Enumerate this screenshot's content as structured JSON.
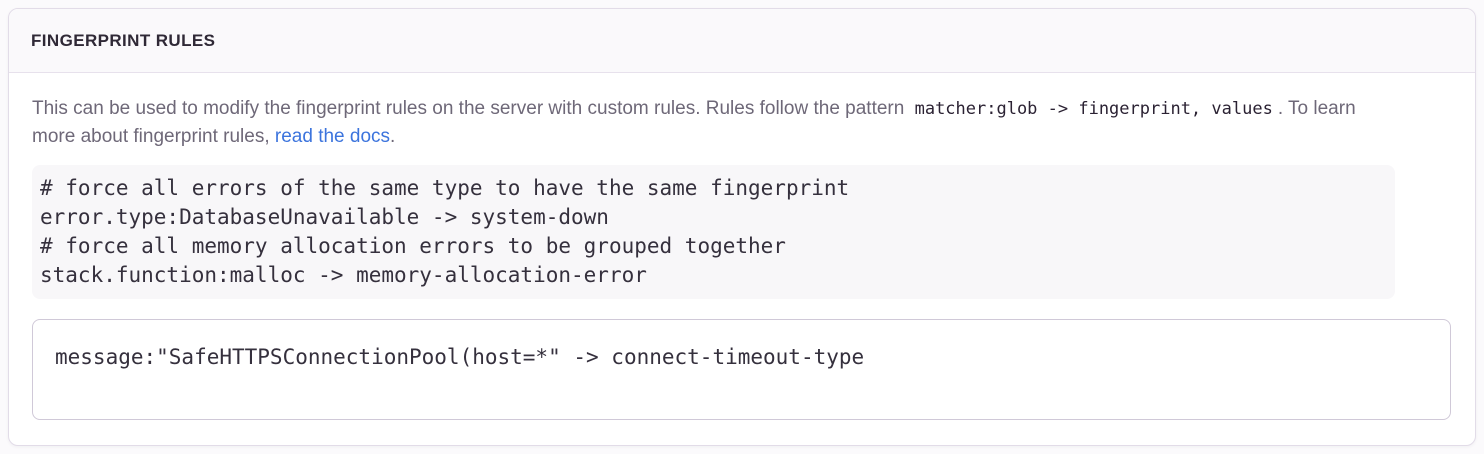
{
  "panel": {
    "header": "FINGERPRINT RULES"
  },
  "description": {
    "text_before_code": "This can be used to modify the fingerprint rules on the server with custom rules. Rules follow the pattern ",
    "inline_code": "matcher:glob -> fingerprint, values",
    "text_after_code": ". To learn more about fingerprint rules, ",
    "link_text": "read the docs",
    "text_after_link": "."
  },
  "example_code": "# force all errors of the same type to have the same fingerprint\nerror.type:DatabaseUnavailable -> system-down\n# force all memory allocation errors to be grouped together\nstack.function:malloc -> memory-allocation-error",
  "rules_input": {
    "value": "message:\"SafeHTTPSConnectionPool(host=*\" -> connect-timeout-type"
  },
  "colors": {
    "link_blue": "#3c74dd",
    "header_text": "#2f2936",
    "body_text": "#6e6878",
    "code_text": "#35303d",
    "panel_border": "#e2dce8",
    "code_block_bg": "#f8f7f9",
    "header_bg": "#faf9fb"
  }
}
